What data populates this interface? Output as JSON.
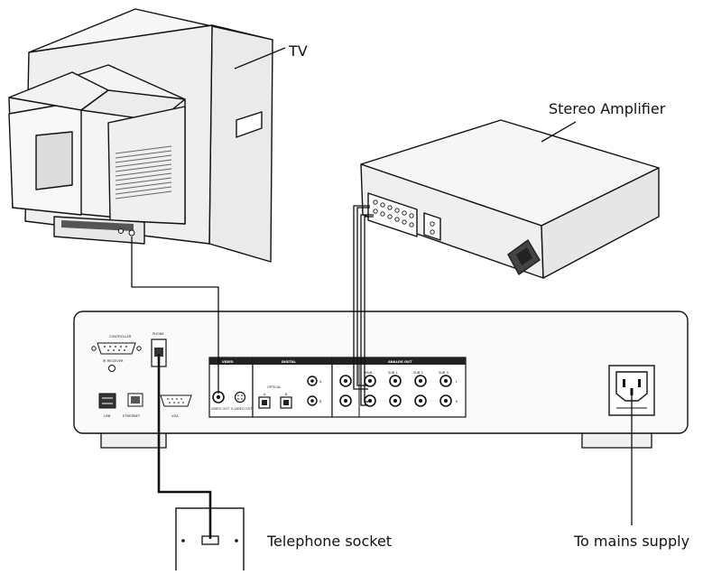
{
  "labels": {
    "tv": "TV",
    "amplifier": "Stereo Amplifier",
    "telephone": "Telephone socket",
    "mains": "To mains supply"
  },
  "panel": {
    "controller": "CONTROLLER",
    "ir_receiver": "IR RECEIVER",
    "phone": "PHONE",
    "usb": "USB",
    "ethernet": "ETHERNET",
    "vga": "VGA",
    "video_header": "VIDEO",
    "video_out": "VIDEO OUT",
    "svideo_out": "S-VIDEO OUT",
    "digital_header": "DIGITAL",
    "optical": "OPTICAL",
    "opt_a": "A",
    "opt_b": "B",
    "coax_a": "A",
    "coax_b": "B",
    "analog_header": "ANALOG OUT",
    "ch_main": "MAIN",
    "ch_sub1": "SUB 1",
    "ch_sub2": "SUB 2",
    "ch_sub3": "SUB 3",
    "left": "L",
    "right": "R"
  }
}
